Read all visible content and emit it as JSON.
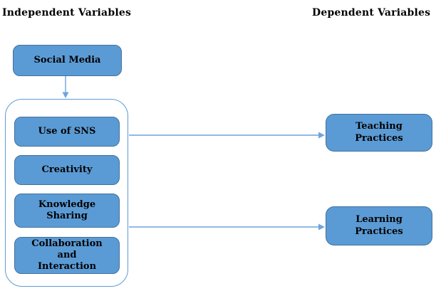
{
  "headers": {
    "independent": "Independent Variables",
    "dependent": "Dependent Variables"
  },
  "independent": {
    "source_box": "Social Media",
    "factors": [
      "Use of SNS",
      "Creativity",
      "Knowledge Sharing",
      "Collaboration and Interaction"
    ]
  },
  "dependent": {
    "outcomes": [
      "Teaching Practices",
      "Learning Practices"
    ]
  },
  "colors": {
    "box_fill": "#5B9BD5",
    "box_border": "#41719C",
    "group_border": "#5B9BD5",
    "arrow": "#6FA4DC",
    "text": "#000000",
    "background": "#FFFFFF"
  }
}
